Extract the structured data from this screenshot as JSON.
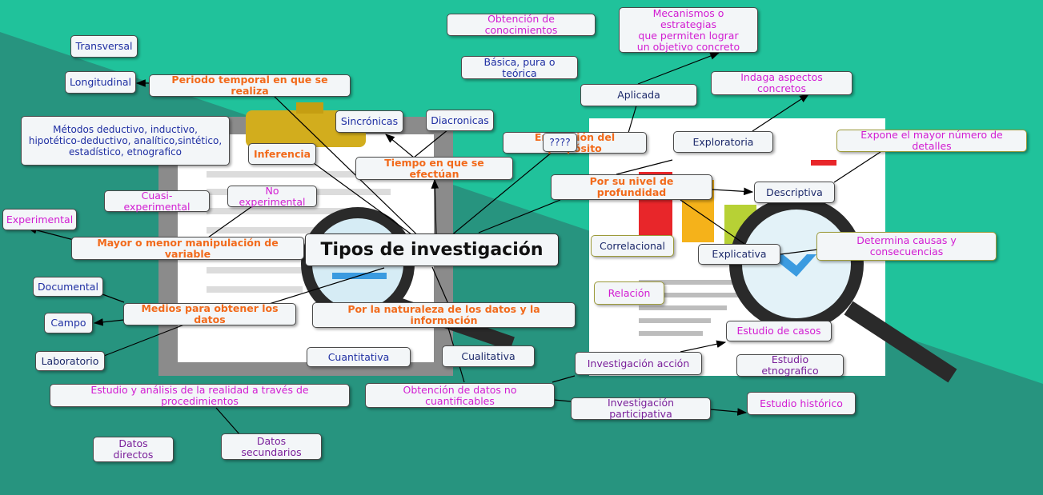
{
  "title": "Tipos de investigación",
  "colors": {
    "background": "#1f9e8a",
    "orange_text": "#f26a1b",
    "blue_text": "#1f2fa3",
    "magenta_text": "#d21cd2",
    "node_fill": "#f3f6f8"
  },
  "nodes": {
    "transversal": "Transversal",
    "longitudinal": "Longitudinal",
    "periodo": "Periodo temporal en que se realiza",
    "metodos": "Métodos deductivo, inductivo, hipotético-deductivo, analítico,sintético, estadístico, etnografico",
    "inferencia": "Inferencia",
    "sincronicas": "Sincrónicas",
    "diacronicas": "Diacronicas",
    "tiempo": "Tiempo en que se efectúan",
    "obtencion_conocimientos": "Obtención de conocimientos",
    "basica": "Básica, pura o teórica",
    "mecanismos": "Mecanismos o estrategias\nque permiten lograr\nun objetivo concreto",
    "aplicada": "Aplicada",
    "indaga": "Indaga aspectos concretos",
    "en_funcion": "En función del propósito",
    "interrogantes": "????",
    "exploratoria": "Exploratoria",
    "expone": "Expone el mayor número de detalles",
    "nivel_profundidad": "Por su nivel de profundidad",
    "descriptiva": "Descriptiva",
    "cuasi": "Cuasi-experimental",
    "no_experimental": "No experimental",
    "experimental": "Experimental",
    "manipulacion": "Mayor o menor manipulación de variable",
    "correlacional": "Correlacional",
    "explicativa": "Explicativa",
    "determina": "Determina causas y consecuencias",
    "documental": "Documental",
    "relacion": "Relación",
    "medios": "Medios para obtener los datos",
    "naturaleza": "Por la naturaleza de los datos y la información",
    "campo": "Campo",
    "estudio_casos": "Estudio de casos",
    "cuantitativa": "Cuantitativa",
    "cualitativa": "Cualitativa",
    "laboratorio": "Laboratorio",
    "investigacion_accion": "Investigación acción",
    "estudio_etnografico": "Estudio etnografico",
    "estudio_analisis": "Estudio y análisis de la realidad a través de procedimientos",
    "obtencion_no_cuantificables": "Obtención de datos no cuantificables",
    "investigacion_participativa": "Investigación participativa",
    "estudio_historico": "Estudio histórico",
    "datos_directos": "Datos directos",
    "datos_secundarios": "Datos secundarios"
  }
}
